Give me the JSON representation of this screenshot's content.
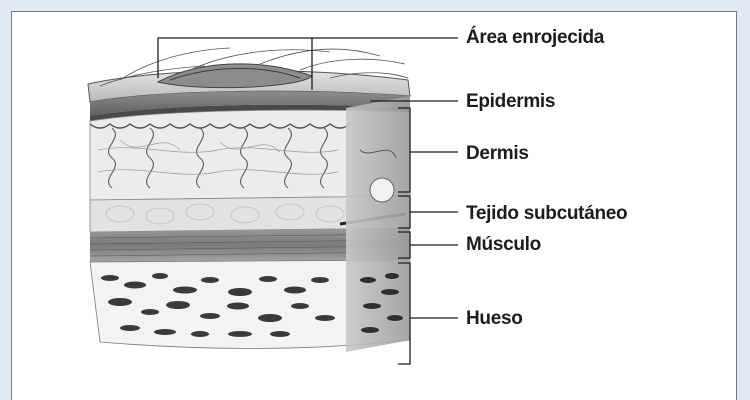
{
  "labels": {
    "red_area": "Área enrojecida",
    "epidermis": "Epidermis",
    "dermis": "Dermis",
    "subcutaneous": "Tejido subcutáneo",
    "muscle": "Músculo",
    "bone": "Hueso"
  },
  "colors": {
    "page_background": "#dfeaf5",
    "panel_background": "#ffffff",
    "panel_border": "#6f7b86",
    "ink": "#1c1c1c"
  }
}
